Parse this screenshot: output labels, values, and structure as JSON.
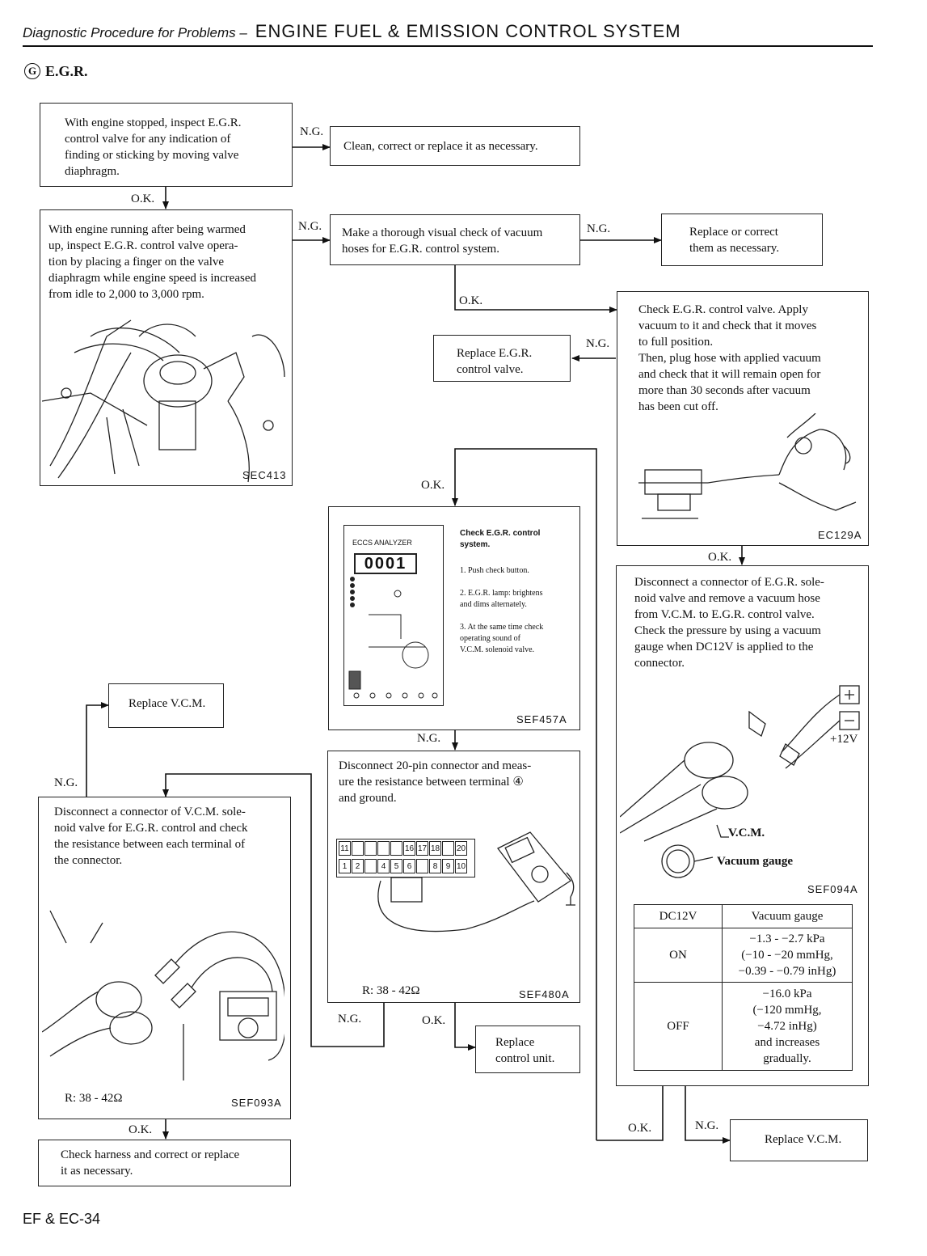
{
  "header": {
    "prefix": "Diagnostic Procedure for Problems –",
    "title": "ENGINE FUEL & EMISSION CONTROL SYSTEM"
  },
  "section": {
    "marker": "G",
    "title": "E.G.R."
  },
  "steps": {
    "s1": "With engine stopped, inspect E.G.R.\ncontrol valve for any indication of\nfinding or sticking by moving valve\ndiaphragm.",
    "s1_ng": "Clean, correct or replace it as necessary.",
    "s2": "With engine running after being warmed\nup, inspect E.G.R. control valve opera-\ntion by placing a finger on the valve\ndiaphragm while engine speed is increased\nfrom idle to 2,000 to 3,000 rpm.",
    "s3": "Make a thorough visual check of vacuum\nhoses for E.G.R. control system.",
    "s3_ng": "Replace or correct\nthem as necessary.",
    "s4": "Check E.G.R. control valve. Apply\nvacuum to it and check that it moves\nto full position.\nThen, plug hose with applied vacuum\nand check that it will remain open for\nmore than 30 seconds after vacuum\nhas been cut off.",
    "s4_ng": "Replace E.G.R.\ncontrol valve.",
    "s5_title": "Check E.G.R. control\nsystem.",
    "s5_list": [
      "1. Push check button.",
      "2. E.G.R. lamp: brightens\n    and dims alternately.",
      "3. At the same time check\n    operating sound of\n    V.C.M. solenoid valve."
    ],
    "s6": "Disconnect a connector of E.G.R. sole-\nnoid valve and remove a vacuum hose\nfrom V.C.M. to E.G.R. control valve.\nCheck the pressure by using a vacuum\ngauge when DC12V is applied to the\nconnector.",
    "s7": "Disconnect 20-pin connector and meas-\nure the resistance between terminal ④\nand ground.",
    "s7_r": "R:  38 - 42Ω",
    "s8": "Disconnect a connector of V.C.M. sole-\nnoid valve for E.G.R. control and check\nthe resistance between each terminal of\nthe connector.",
    "s8_r": "R:  38 - 42Ω",
    "s9": "Check harness and correct or replace\nit as necessary.",
    "rep_vcm_left": "Replace V.C.M.",
    "rep_cu": "Replace\ncontrol unit.",
    "rep_vcm_right": "Replace V.C.M."
  },
  "labels": {
    "ok": "O.K.",
    "ng": "N.G.",
    "ng_dot": "N.G.",
    "plus12": "+12V",
    "vcm": "V.C.M.",
    "vacuum_gauge": "Vacuum gauge",
    "analyzer": "ECCS ANALYZER",
    "analyzer_display": "0001"
  },
  "figures": {
    "sec413": "SEC413",
    "ec129a": "EC129A",
    "sef457a": "SEF457A",
    "sef094a": "SEF094A",
    "sef480a": "SEF480A",
    "sef093a": "SEF093A"
  },
  "vacuum_table": {
    "headers": [
      "DC12V",
      "Vacuum gauge"
    ],
    "rows": [
      {
        "state": "ON",
        "value": "−1.3 - −2.7 kPa\n(−10 - −20 mmHg,\n−0.39 - −0.79 inHg)"
      },
      {
        "state": "OFF",
        "value": "−16.0 kPa\n(−120 mmHg,\n−4.72 inHg)\nand increases\ngradually."
      }
    ]
  },
  "connector_pins": {
    "top": [
      "11",
      "",
      "",
      "",
      "",
      "16",
      "17",
      "18",
      "",
      "20"
    ],
    "bottom": [
      "1",
      "2",
      "",
      "4",
      "5",
      "6",
      "",
      "8",
      "9",
      "10"
    ]
  },
  "footer": {
    "page": "EF & EC-34"
  }
}
